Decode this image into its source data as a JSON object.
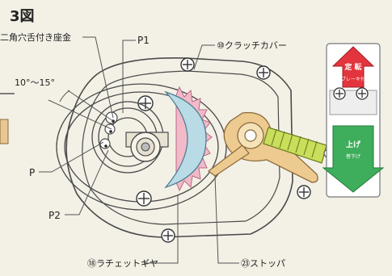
{
  "figure": {
    "title": "3図"
  },
  "callouts": {
    "washer": "二角穴舌付き座金",
    "p1": "P1",
    "clutch_cover": "⑩クラッチカバー",
    "angle": "10°～15°",
    "p": "P",
    "p2": "P2",
    "ratchet_gear": "⑱ラチェットギヤ",
    "stopper": "㉓ストッパ"
  },
  "label_plate": {
    "fixed_text": "定 転",
    "fixed_sub": "ブレーキ付",
    "up_text": "上げ",
    "up_sub": "巻下げ"
  },
  "colors": {
    "background": "#f3f0e6",
    "line": "#4a4a4a",
    "ratchet_blue": "#b9dbe6",
    "ratchet_pink": "#f2b9c8",
    "stopper_tan": "#edca90",
    "spring_green": "#c9de5a",
    "label_red": "#e3353d",
    "label_green": "#3fae5c",
    "rod_tan": "#e7c890"
  }
}
